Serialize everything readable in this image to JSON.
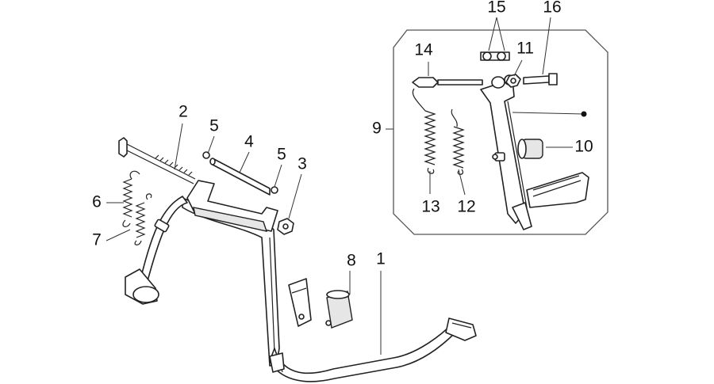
{
  "diagram": {
    "callouts": [
      {
        "id": "1",
        "label": "1"
      },
      {
        "id": "2",
        "label": "2"
      },
      {
        "id": "3",
        "label": "3"
      },
      {
        "id": "4",
        "label": "4"
      },
      {
        "id": "5a",
        "label": "5"
      },
      {
        "id": "5b",
        "label": "5"
      },
      {
        "id": "6",
        "label": "6"
      },
      {
        "id": "7",
        "label": "7"
      },
      {
        "id": "8",
        "label": "8"
      },
      {
        "id": "9",
        "label": "9"
      },
      {
        "id": "10",
        "label": "10"
      },
      {
        "id": "11",
        "label": "11"
      },
      {
        "id": "12",
        "label": "12"
      },
      {
        "id": "13",
        "label": "13"
      },
      {
        "id": "14",
        "label": "14"
      },
      {
        "id": "15",
        "label": "15"
      },
      {
        "id": "16",
        "label": "16"
      }
    ]
  },
  "colors": {
    "line": "#222222",
    "background": "#ffffff",
    "inset_border": "#555555"
  }
}
